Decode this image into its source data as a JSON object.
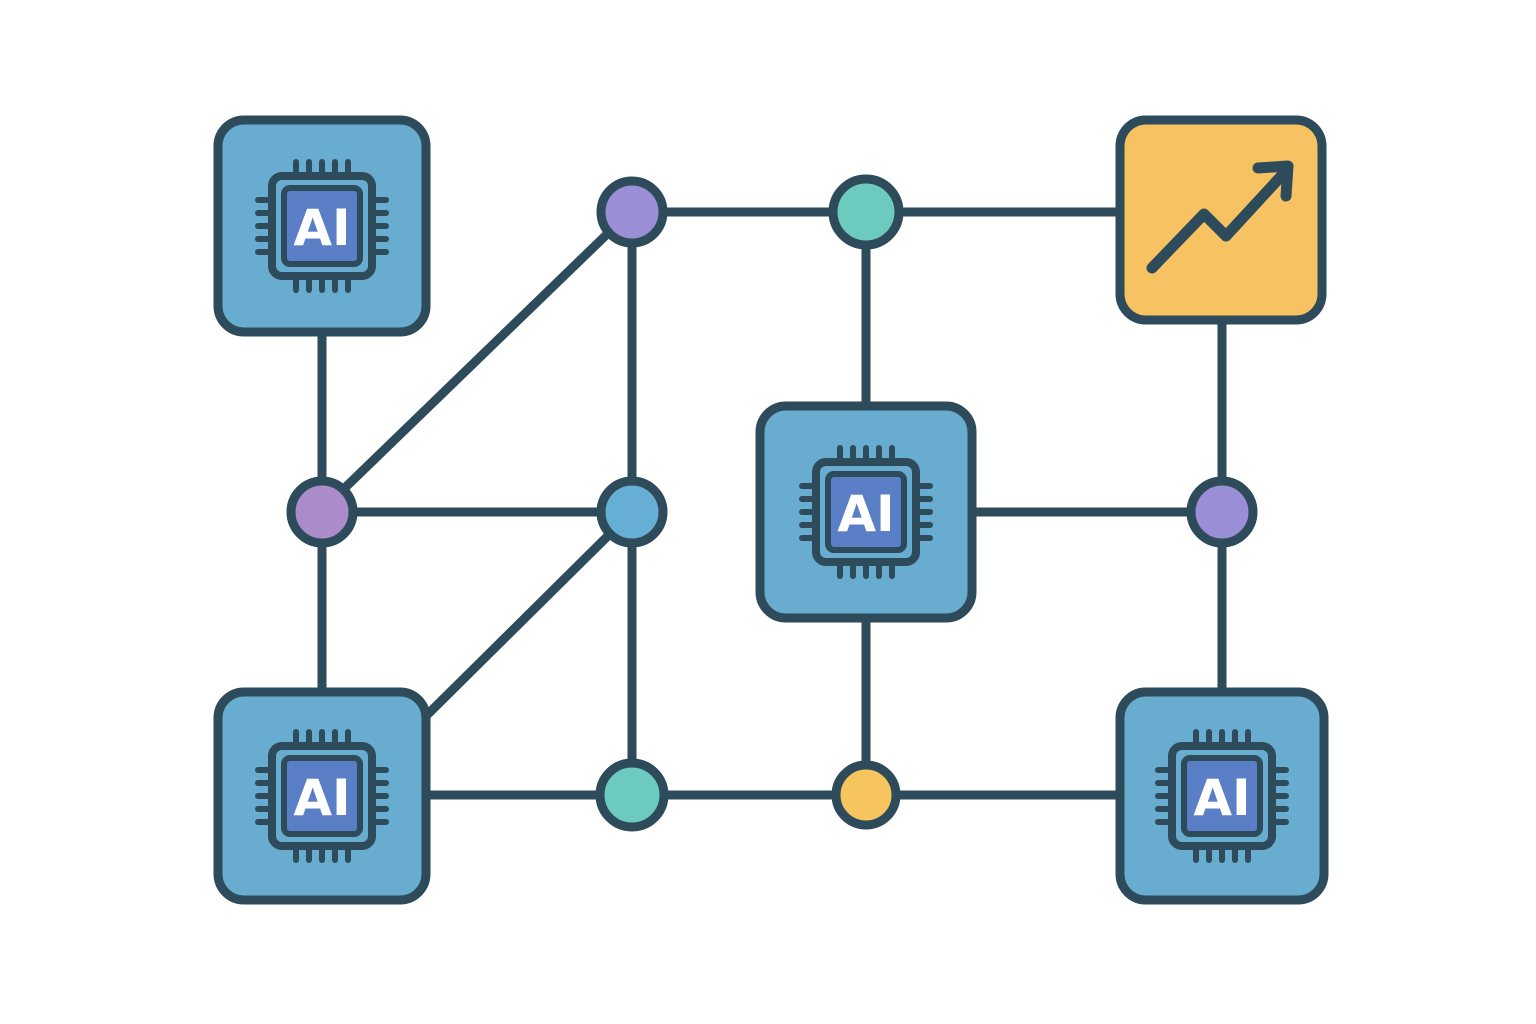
{
  "diagram": {
    "colors": {
      "stroke": "#2d4b5a",
      "background": "#ffffff",
      "chip_box": "#68accf",
      "chip_core": "#5b7fc6",
      "growth_box": "#f7c261",
      "purple_node": "#a98cc9",
      "violet_node": "#9a8ed6",
      "teal_node": "#6ccabf",
      "blue_node": "#66aed3",
      "yellow_node": "#f7c55d"
    },
    "chips": [
      {
        "id": "top-left",
        "label": "AI"
      },
      {
        "id": "bottom-left",
        "label": "AI"
      },
      {
        "id": "center",
        "label": "AI"
      },
      {
        "id": "bottom-right",
        "label": "AI"
      }
    ],
    "growth_box": {
      "icon": "trend-up-arrow-icon"
    },
    "nodes": [
      {
        "id": "left-mid",
        "color": "purple"
      },
      {
        "id": "top-a",
        "color": "violet"
      },
      {
        "id": "top-b",
        "color": "teal"
      },
      {
        "id": "mid",
        "color": "blue"
      },
      {
        "id": "right-mid",
        "color": "violet"
      },
      {
        "id": "bottom-a",
        "color": "teal"
      },
      {
        "id": "bottom-b",
        "color": "yellow"
      }
    ]
  }
}
